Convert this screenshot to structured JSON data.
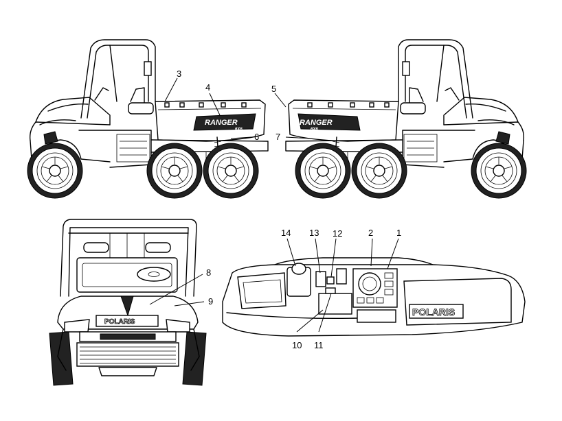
{
  "callouts": [
    "1",
    "2",
    "3",
    "4",
    "5",
    "6",
    "7",
    "8",
    "9",
    "10",
    "11",
    "12",
    "13",
    "14"
  ],
  "decals": {
    "ranger_text": "RANGER",
    "six_by_six": "6X6",
    "polaris_text": "POLARIS"
  }
}
